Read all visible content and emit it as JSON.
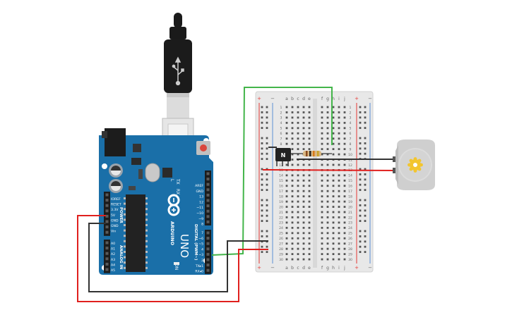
{
  "colors": {
    "arduino_blue": "#1a6fa8",
    "arduino_dark": "#13578a",
    "breadboard": "#e8e8e8",
    "rail_red": "#e53935",
    "rail_blue": "#5b8fd6",
    "wire_red": "#e0201e",
    "wire_black": "#333333",
    "wire_green": "#43b54a",
    "chip": "#222222",
    "motor_body": "#cfcfcf",
    "motor_gear": "#f2c52e"
  },
  "usb": {
    "cable_icon": "usb-icon"
  },
  "arduino": {
    "brand": "ARDUINO",
    "model": "UNO",
    "logo_icon": "infinity-icon",
    "power_header_label": "POWER",
    "analog_header_label": "ANALOG IN",
    "digital_header_label": "DIGITAL (PWM~)",
    "led_labels": [
      "L",
      "TX",
      "RX"
    ],
    "on_label": "ON",
    "power_pins": [
      "IOREF",
      "RESET",
      "3.3V",
      "5V",
      "GND",
      "GND",
      "Vin"
    ],
    "analog_pins": [
      "A0",
      "A1",
      "A2",
      "A3",
      "A4",
      "A5"
    ],
    "digital_pins_top": [
      "AREF",
      "GND",
      "13",
      "12",
      "~11",
      "~10",
      "~9",
      "8"
    ],
    "digital_pins_bottom": [
      "7",
      "~6",
      "~5",
      "4",
      "~3",
      "2",
      "TX▸1",
      "RX◂0"
    ]
  },
  "breadboard": {
    "rail_plus": "+",
    "rail_minus": "−",
    "cols_left": [
      "a",
      "b",
      "c",
      "d",
      "e"
    ],
    "cols_right": [
      "f",
      "g",
      "h",
      "i",
      "j"
    ],
    "rows": [
      "1",
      "2",
      "3",
      "4",
      "5",
      "6",
      "7",
      "8",
      "9",
      "10",
      "11",
      "12",
      "13",
      "14",
      "15",
      "16",
      "17",
      "18",
      "19",
      "20",
      "21",
      "22",
      "23",
      "24",
      "25",
      "26",
      "27",
      "28",
      "29",
      "30"
    ]
  },
  "transistor": {
    "label": "N"
  },
  "motor": {
    "icon": "gear-icon"
  }
}
